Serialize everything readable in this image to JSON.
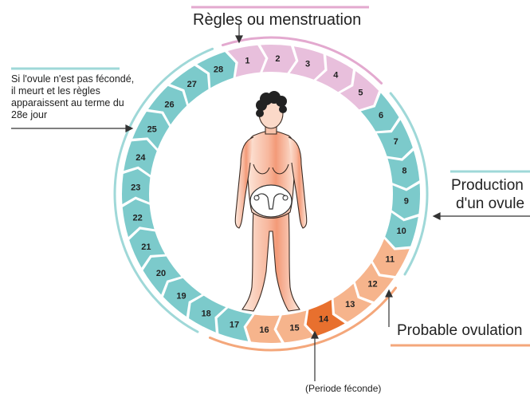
{
  "labels": {
    "menstruation": "Règles ou menstruation",
    "left_note": "Si l'ovule n'est pas fécondé, il meurt et les règles apparaissent au terme du 28e jour",
    "production_line1": "Production",
    "production_line2": "d'un ovule",
    "ovulation": "Probable ovulation",
    "fertile_period": "(Periode féconde)"
  },
  "days": [
    {
      "label": "1",
      "phase": "menstruation"
    },
    {
      "label": "2",
      "phase": "menstruation"
    },
    {
      "label": "3",
      "phase": "menstruation"
    },
    {
      "label": "4",
      "phase": "menstruation"
    },
    {
      "label": "5",
      "phase": "menstruation"
    },
    {
      "label": "6",
      "phase": "cycle"
    },
    {
      "label": "7",
      "phase": "cycle"
    },
    {
      "label": "8",
      "phase": "cycle"
    },
    {
      "label": "9",
      "phase": "cycle"
    },
    {
      "label": "10",
      "phase": "cycle"
    },
    {
      "label": "11",
      "phase": "fertile"
    },
    {
      "label": "12",
      "phase": "fertile"
    },
    {
      "label": "13",
      "phase": "fertile"
    },
    {
      "label": "14",
      "phase": "ovulation"
    },
    {
      "label": "15",
      "phase": "fertile"
    },
    {
      "label": "16",
      "phase": "fertile"
    },
    {
      "label": "17",
      "phase": "cycle"
    },
    {
      "label": "18",
      "phase": "cycle"
    },
    {
      "label": "19",
      "phase": "cycle"
    },
    {
      "label": "20",
      "phase": "cycle"
    },
    {
      "label": "21",
      "phase": "cycle"
    },
    {
      "label": "22",
      "phase": "cycle"
    },
    {
      "label": "23",
      "phase": "cycle"
    },
    {
      "label": "24",
      "phase": "cycle"
    },
    {
      "label": "25",
      "phase": "cycle"
    },
    {
      "label": "26",
      "phase": "cycle"
    },
    {
      "label": "27",
      "phase": "cycle"
    },
    {
      "label": "28",
      "phase": "cycle"
    }
  ],
  "colors": {
    "menstruation": "#e8bfdc",
    "menstruation_line": "#e3a9cf",
    "cycle": "#7ccacb",
    "cycle_line": "#9fd8d8",
    "fertile": "#f6b48c",
    "fertile_line": "#f4a77b",
    "ovulation": "#e8702e",
    "skin_light": "#fde3d6",
    "skin_dark": "#f39a78",
    "hair": "#222222",
    "text": "#222222"
  }
}
